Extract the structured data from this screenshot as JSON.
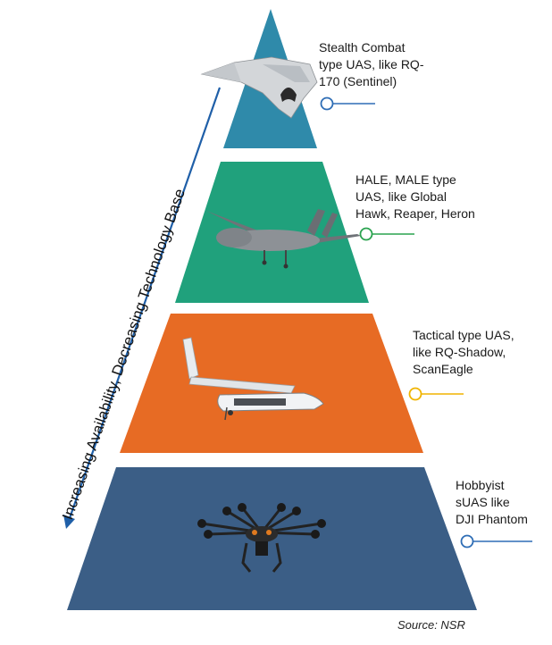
{
  "tiers": [
    {
      "label": "Stealth Combat\ntype UAS, like RQ-\n170 (Sentinel)",
      "color": "#2f8aaa",
      "line_color": "#2e6db5"
    },
    {
      "label": "HALE, MALE type\nUAS, like Global\nHawk, Reaper, Heron",
      "color": "#20a17c",
      "line_color": "#2aa34f"
    },
    {
      "label": "Tactical type UAS,\nlike RQ-Shadow,\nScanEagle",
      "color": "#e76b24",
      "line_color": "#f0b400"
    },
    {
      "label": "Hobbyist\nsUAS like\nDJI Phantom",
      "color": "#3b5e86",
      "line_color": "#2e6db5"
    }
  ],
  "drones": [
    {
      "name": "stealth-drone-image"
    },
    {
      "name": "global-hawk-drone-image"
    },
    {
      "name": "shadow-drone-image"
    },
    {
      "name": "multirotor-drone-image"
    }
  ],
  "side_arrow": {
    "text": "Increasing Availability, Decreasing Technology Base",
    "color": "#1f5fa8"
  },
  "source": "Source: NSR"
}
